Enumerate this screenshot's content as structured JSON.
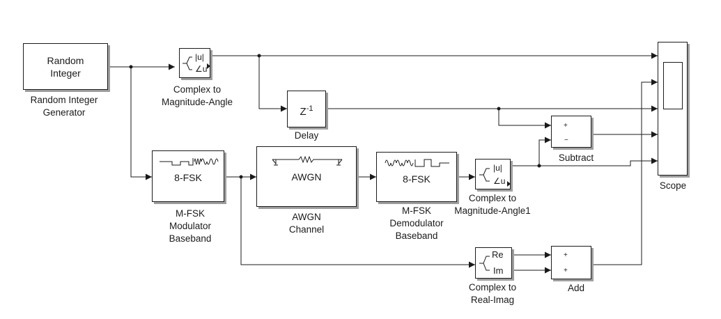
{
  "blocks": {
    "random_integer": {
      "text_line1": "Random",
      "text_line2": "Integer",
      "label_line1": "Random Integer",
      "label_line2": "Generator"
    },
    "c2ma1": {
      "out1": "|u|",
      "out2": "∠u",
      "label_line1": "Complex to",
      "label_line2": "Magnitude-Angle"
    },
    "delay": {
      "text_base": "z",
      "text_exp": "-1",
      "label": "Delay"
    },
    "mfsk_mod": {
      "text": "8-FSK",
      "label_line1": "M-FSK",
      "label_line2": "Modulator",
      "label_line3": "Baseband"
    },
    "awgn": {
      "text": "AWGN",
      "label_line1": "AWGN",
      "label_line2": "Channel"
    },
    "mfsk_demod": {
      "text": "8-FSK",
      "label_line1": "M-FSK",
      "label_line2": "Demodulator",
      "label_line3": "Baseband"
    },
    "c2ma2": {
      "out1": "|u|",
      "out2": "∠u",
      "label_line1": "Complex to",
      "label_line2": "Magnitude-Angle1"
    },
    "subtract": {
      "in1": "+",
      "in2": "−",
      "label": "Subtract"
    },
    "c2ri": {
      "out1": "Re",
      "out2": "Im",
      "label_line1": "Complex to",
      "label_line2": "Real-Imag"
    },
    "add": {
      "in1": "+",
      "in2": "+",
      "label": "Add"
    },
    "scope": {
      "label": "Scope"
    }
  },
  "colors": {
    "line": "#1a1a1a",
    "shadow": "#9e9e9e",
    "background": "#ffffff"
  }
}
